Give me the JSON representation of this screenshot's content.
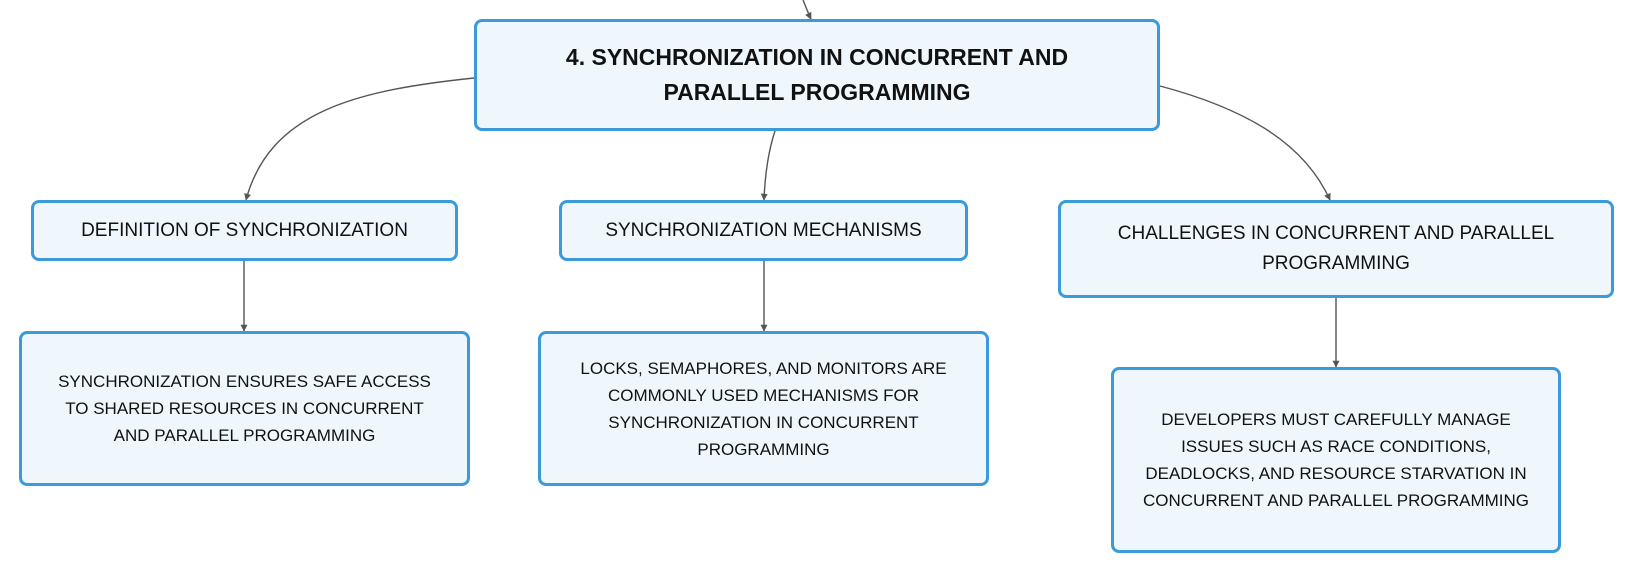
{
  "diagram": {
    "root": {
      "label": "4. SYNCHRONIZATION IN CONCURRENT AND PARALLEL PROGRAMMING"
    },
    "branches": [
      {
        "label": "DEFINITION OF SYNCHRONIZATION",
        "detail": "SYNCHRONIZATION ENSURES SAFE ACCESS TO SHARED RESOURCES IN CONCURRENT AND PARALLEL PROGRAMMING"
      },
      {
        "label": "SYNCHRONIZATION MECHANISMS",
        "detail": "LOCKS, SEMAPHORES, AND MONITORS ARE COMMONLY USED MECHANISMS FOR SYNCHRONIZATION IN CONCURRENT PROGRAMMING"
      },
      {
        "label": "CHALLENGES IN CONCURRENT AND PARALLEL PROGRAMMING",
        "detail": "DEVELOPERS MUST CAREFULLY MANAGE ISSUES SUCH AS RACE CONDITIONS, DEADLOCKS, AND RESOURCE STARVATION IN CONCURRENT AND PARALLEL PROGRAMMING"
      }
    ],
    "colors": {
      "node_border": "#3b9ad9",
      "node_fill": "#eff7fd",
      "connector": "#555555",
      "text": "#111111"
    }
  }
}
